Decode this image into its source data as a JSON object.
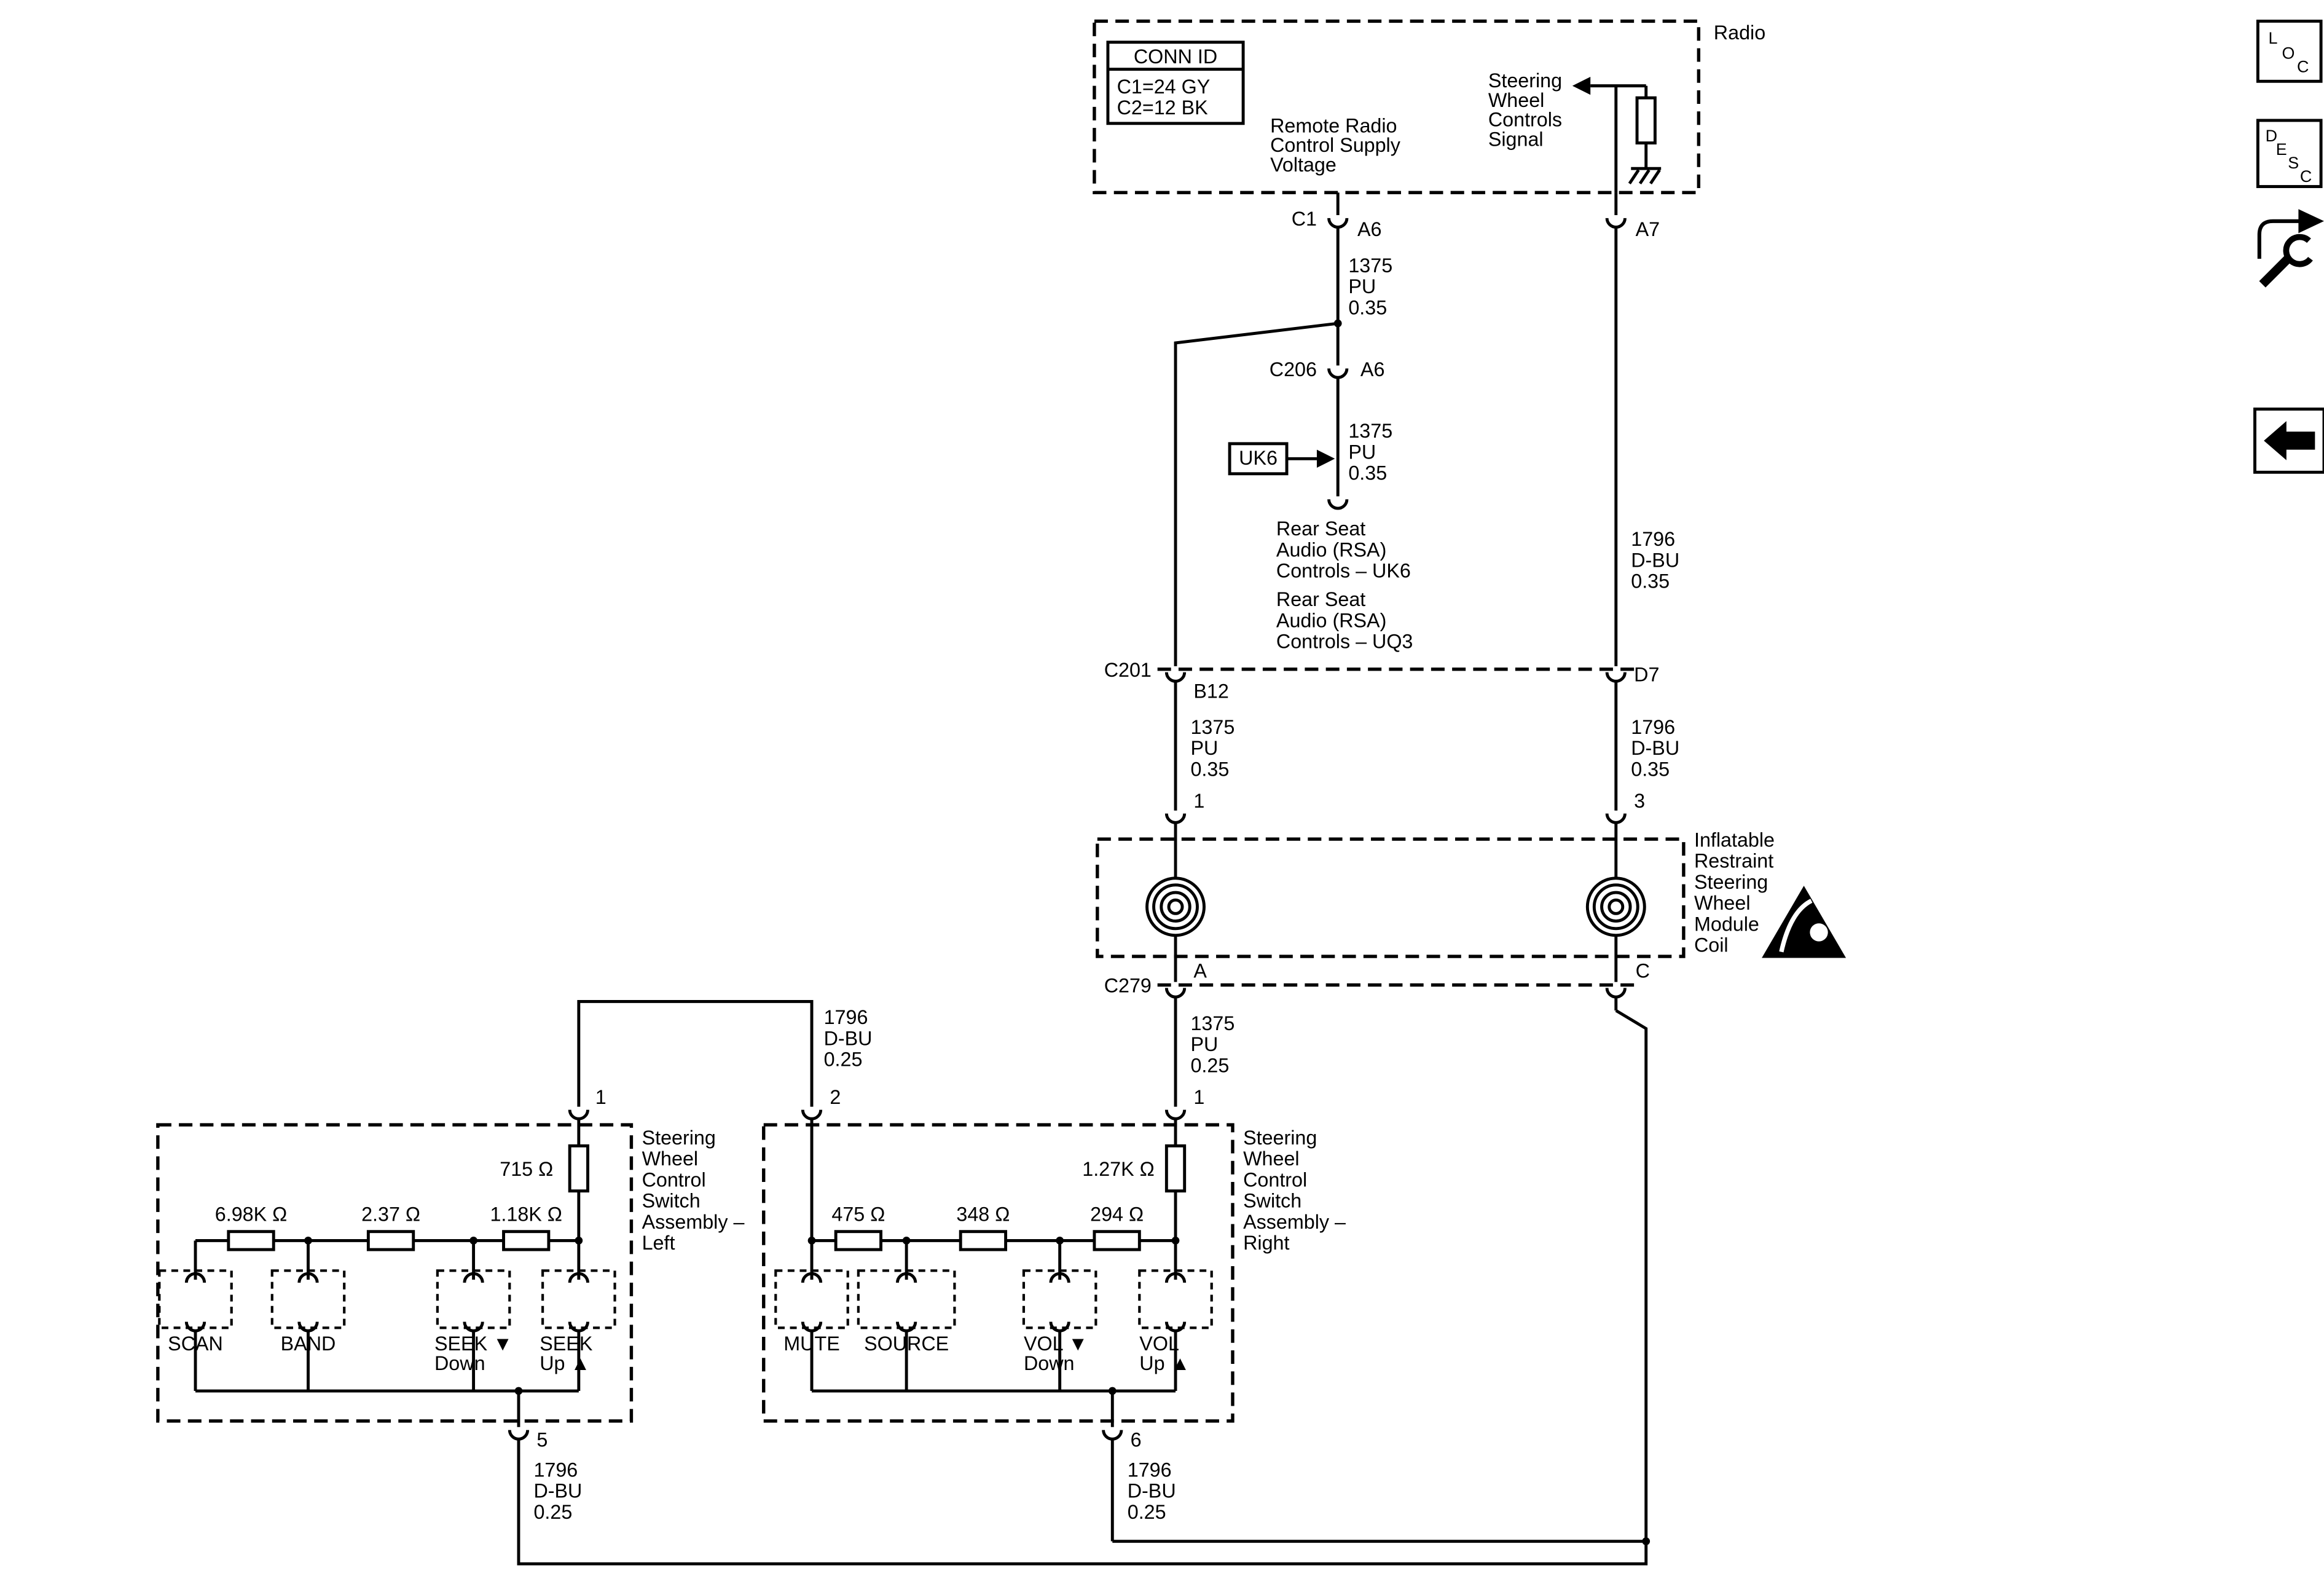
{
  "toolbar": {
    "loc_letters": [
      "L",
      "O",
      "C"
    ],
    "desc_letters": [
      "D",
      "E",
      "S",
      "C"
    ]
  },
  "radio": {
    "label": "Radio",
    "conn_id": {
      "header": "CONN ID",
      "row1": "C1=24 GY",
      "row2": "C2=12 BK"
    },
    "supply_lines": [
      "Remote Radio",
      "Control Supply",
      "Voltage"
    ],
    "signal_lines": [
      "Steering",
      "Wheel",
      "Controls",
      "Signal"
    ]
  },
  "connectors": {
    "c1": {
      "label": "C1",
      "pin_left": "A6",
      "pin_right": "A7"
    },
    "c206": {
      "label": "C206",
      "pin": "A6"
    },
    "c201": {
      "label": "C201",
      "pin_left": "B12",
      "pin_right": "D7",
      "out_left": "1",
      "out_right": "3"
    },
    "c279": {
      "label": "C279",
      "pin_left": "A",
      "pin_right": "C"
    }
  },
  "wires": {
    "radio_to_c206": [
      "1375",
      "PU",
      "0.35"
    ],
    "c206_to_rsa": [
      "1375",
      "PU",
      "0.35"
    ],
    "radio_to_c201": [
      "1796",
      "D-BU",
      "0.35"
    ],
    "c201_to_coil_left": [
      "1375",
      "PU",
      "0.35"
    ],
    "c201_to_coil_right": [
      "1796",
      "D-BU",
      "0.35"
    ],
    "c279_to_right_switch": [
      "1375",
      "PU",
      "0.25"
    ],
    "jumper": [
      "1796",
      "D-BU",
      "0.25"
    ],
    "left_switch_out": [
      "1796",
      "D-BU",
      "0.25"
    ],
    "right_switch_out": [
      "1796",
      "D-BU",
      "0.25"
    ]
  },
  "rsa": {
    "uk6_tag": "UK6",
    "block_uk6": [
      "Rear Seat",
      "Audio (RSA)",
      "Controls – UK6"
    ],
    "block_uq3": [
      "Rear Seat",
      "Audio (RSA)",
      "Controls – UQ3"
    ]
  },
  "coil": {
    "label_lines": [
      "Inflatable",
      "Restraint",
      "Steering",
      "Wheel",
      "Module",
      "Coil"
    ]
  },
  "left_assembly": {
    "label_lines": [
      "Steering",
      "Wheel",
      "Control",
      "Switch",
      "Assembly –",
      "Left"
    ],
    "pin_top": "1",
    "pin_bottom": "5",
    "series_resistor": "715 Ω",
    "resistors": [
      "6.98K Ω",
      "2.37 Ω",
      "1.18K Ω"
    ],
    "switches": [
      {
        "line1": "SCAN",
        "line2": ""
      },
      {
        "line1": "BAND",
        "line2": ""
      },
      {
        "line1": "SEEK ▼",
        "line2": "Down"
      },
      {
        "line1": "SEEK",
        "line2": "Up ▲"
      }
    ]
  },
  "right_assembly": {
    "label_lines": [
      "Steering",
      "Wheel",
      "Control",
      "Switch",
      "Assembly –",
      "Right"
    ],
    "pin_top": "1",
    "pin_jumper": "2",
    "pin_bottom": "6",
    "series_resistor": "1.27K Ω",
    "resistors": [
      "475 Ω",
      "348 Ω",
      "294 Ω"
    ],
    "switches": [
      {
        "line1": "MUTE",
        "line2": ""
      },
      {
        "line1": "SOURCE",
        "line2": ""
      },
      {
        "line1": "VOL ▼",
        "line2": "Down"
      },
      {
        "line1": "VOL",
        "line2": "Up ▲"
      }
    ]
  }
}
